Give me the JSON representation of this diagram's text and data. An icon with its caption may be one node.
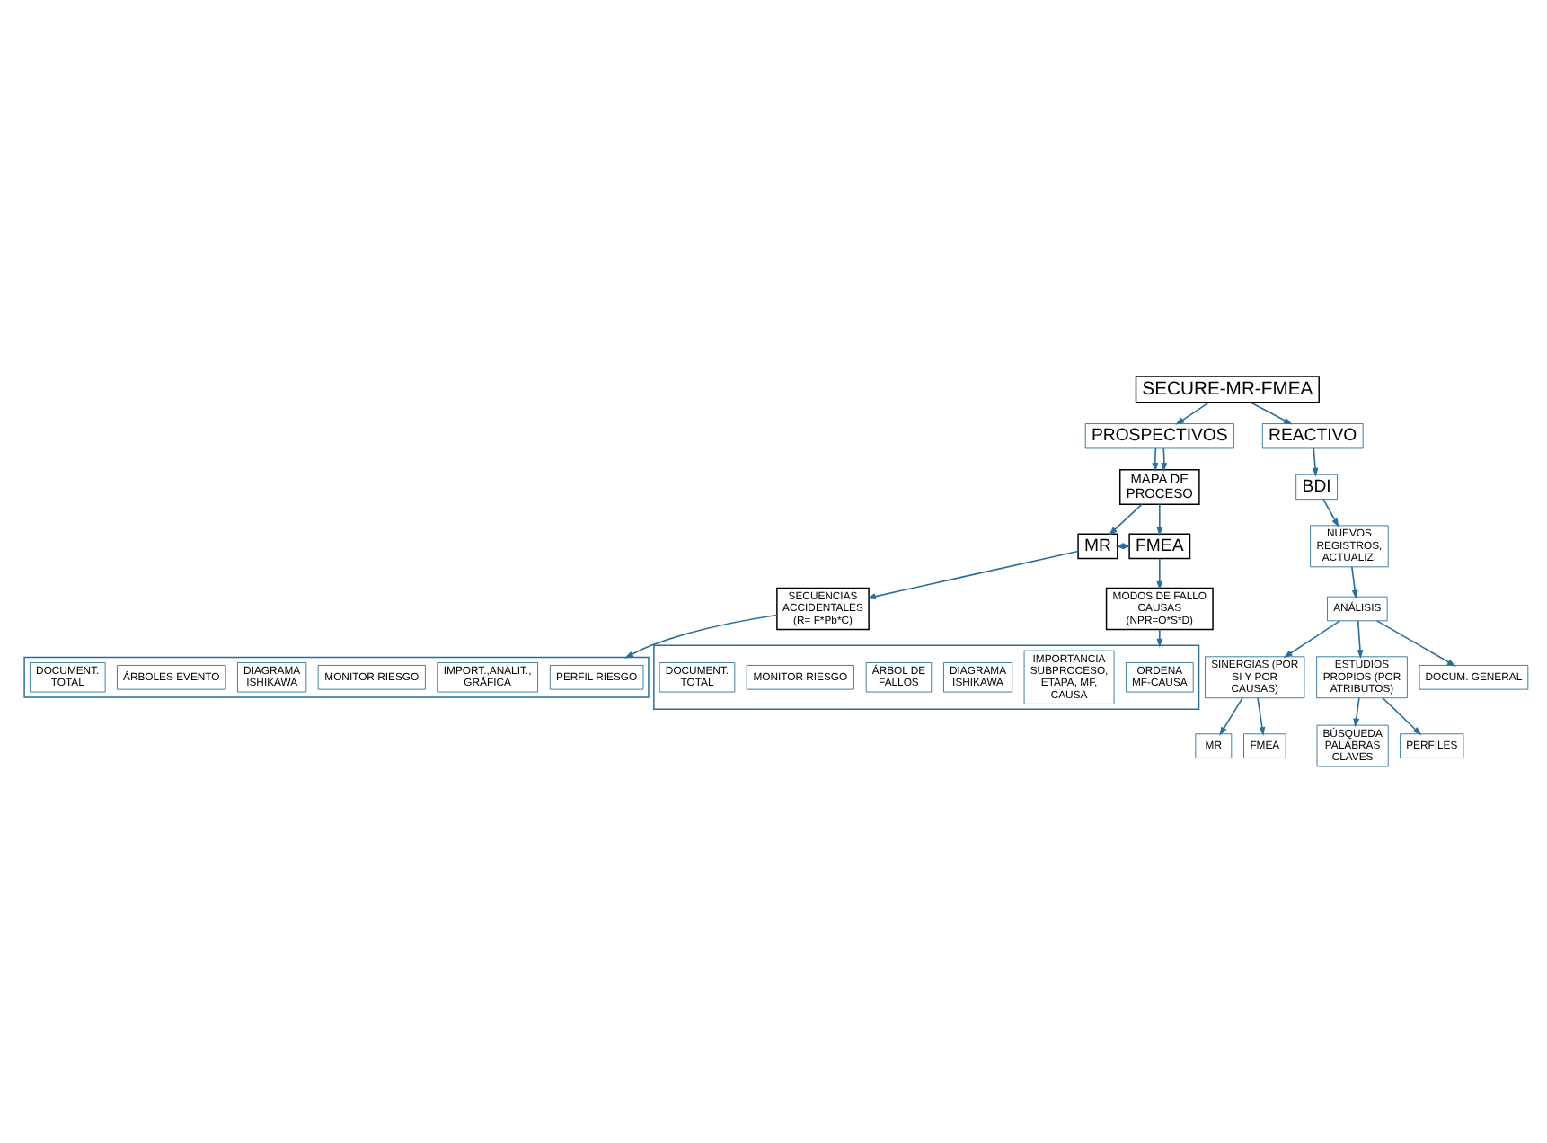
{
  "diagram": {
    "nodes": [
      {
        "text": [
          "SECURE-MR-FMEA"
        ]
      },
      {
        "text": [
          "PROSPECTIVOS"
        ]
      },
      {
        "text": [
          "REACTIVO"
        ]
      },
      {
        "text": [
          "MAPA DE PROCESO"
        ]
      },
      {
        "text": [
          "BDI"
        ]
      },
      {
        "text": [
          "MR"
        ]
      },
      {
        "text": [
          "FMEA"
        ]
      },
      {
        "text": [
          "NUEVOS REGISTROS, ACTUALIZ."
        ]
      },
      {
        "text": [
          "SECUENCIAS ACCIDENTALES",
          "(R= F*Pb*C)"
        ]
      },
      {
        "text": [
          "MODOS DE FALLO CAUSAS",
          "(NPR=O*S*D)"
        ]
      },
      {
        "text": [
          "ANÁLISIS"
        ]
      },
      {
        "text": [],
        "shape": "box"
      },
      {
        "text": [
          "PERFIL RIESGO"
        ],
        "in": 11
      },
      {
        "text": [
          "IMPORT.,ANALIT., GRÁFICA"
        ],
        "in": 11
      },
      {
        "text": [
          "MONITOR RIESGO"
        ],
        "in": 11
      },
      {
        "text": [
          "DIAGRAMA ISHIKAWA"
        ],
        "in": 11
      },
      {
        "text": [
          "ÁRBOLES EVENTO"
        ],
        "in": 11
      },
      {
        "text": [
          "DOCUMENT. TOTAL"
        ],
        "in": 11
      },
      {
        "text": [],
        "shape": "box"
      },
      {
        "text": [
          "ORDENA MF-CAUSA"
        ],
        "in": 18
      },
      {
        "text": [
          "IMPORTANCIA SUBPROCESO, ETAPA, MF, CAUSA"
        ],
        "in": 18
      },
      {
        "text": [
          "DIAGRAMA ISHIKAWA"
        ],
        "in": 18
      },
      {
        "text": [
          "ÁRBOL DE FALLOS"
        ],
        "in": 18
      },
      {
        "text": [
          "MONITOR RIESGO"
        ],
        "in": 18
      },
      {
        "text": [
          "DOCUMENT. TOTAL"
        ],
        "in": 18
      },
      {
        "text": [
          "SINERGIAS (POR SI Y POR CAUSAS)"
        ]
      },
      {
        "text": [
          "ESTUDIOS PROPIOS (POR ATRIBUTOS)"
        ]
      },
      {
        "text": [
          "DOCUM. GENERAL"
        ]
      },
      {
        "text": [
          "MR"
        ]
      },
      {
        "text": [
          "FMEA"
        ]
      },
      {
        "text": [
          "BÚSQUEDA PALABRAS CLAVES"
        ]
      },
      {
        "text": [
          "PERFILES"
        ]
      }
    ],
    "edges": [
      {
        "from": 0,
        "to": 1,
        "arrow": "to"
      },
      {
        "from": 0,
        "to": 2,
        "arrow": "to"
      },
      {
        "from": 1,
        "to": 3,
        "arrow": "to"
      },
      {
        "from": 1,
        "to": 3,
        "arrow": "to"
      },
      {
        "from": 2,
        "to": 4,
        "arrow": "to"
      },
      {
        "from": 3,
        "to": 5,
        "arrow": "to"
      },
      {
        "from": 3,
        "to": 6,
        "arrow": "to"
      },
      {
        "from": 5,
        "to": 6,
        "arrow": "both"
      },
      {
        "from": 4,
        "to": 7,
        "arrow": "to"
      },
      {
        "from": 5,
        "to": 8,
        "arrow": "to"
      },
      {
        "from": 6,
        "to": 9,
        "arrow": "to"
      },
      {
        "from": 7,
        "to": 10,
        "arrow": "to"
      },
      {
        "from": 8,
        "to": 11,
        "arrow": "to"
      },
      {
        "from": 9,
        "to": 18,
        "arrow": "to"
      },
      {
        "from": 10,
        "to": 25,
        "arrow": "to"
      },
      {
        "from": 10,
        "to": 26,
        "arrow": "to"
      },
      {
        "from": 10,
        "to": 27,
        "arrow": "to"
      },
      {
        "from": 25,
        "to": 28,
        "arrow": "to"
      },
      {
        "from": 25,
        "to": 29,
        "arrow": "to"
      },
      {
        "from": 26,
        "to": 30,
        "arrow": "to"
      },
      {
        "from": 26,
        "to": 31,
        "arrow": "to"
      }
    ]
  }
}
